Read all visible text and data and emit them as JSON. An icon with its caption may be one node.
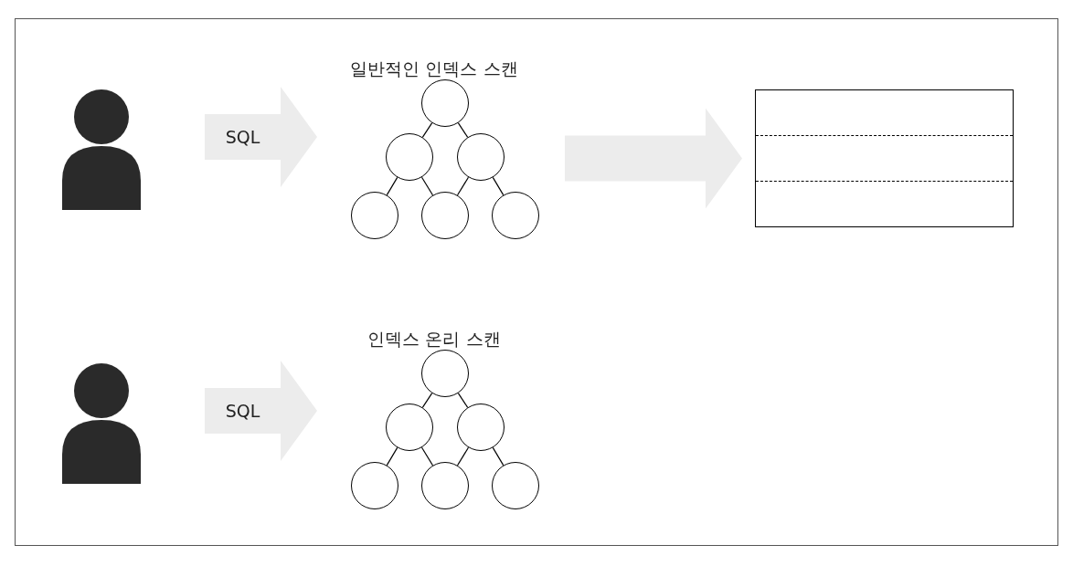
{
  "diagram": {
    "nodes": [
      {
        "text": [],
        "shape": "person"
      },
      {
        "text": [
          "일반적인 인덱스 스캔"
        ]
      },
      {
        "text": [],
        "shape": "circle",
        "in": 1
      },
      {
        "text": [],
        "shape": "circle",
        "in": 1
      },
      {
        "text": [],
        "shape": "circle",
        "in": 1
      },
      {
        "text": [],
        "shape": "circle",
        "in": 1
      },
      {
        "text": [],
        "shape": "circle",
        "in": 1
      },
      {
        "text": [],
        "shape": "circle",
        "in": 1
      },
      {
        "text": [],
        "shape": "box"
      },
      {
        "text": [],
        "shape": "person"
      },
      {
        "text": [
          "인덱스 온리 스캔"
        ]
      },
      {
        "text": [],
        "shape": "circle",
        "in": 10
      },
      {
        "text": [],
        "shape": "circle",
        "in": 10
      },
      {
        "text": [],
        "shape": "circle",
        "in": 10
      },
      {
        "text": [],
        "shape": "circle",
        "in": 10
      },
      {
        "text": [],
        "shape": "circle",
        "in": 10
      },
      {
        "text": [],
        "shape": "circle",
        "in": 10
      }
    ],
    "edges": [
      {
        "from": 0,
        "to": 1,
        "arrow": "to",
        "label": "SQL",
        "style": "thick",
        "color": "#ececec"
      },
      {
        "from": 2,
        "to": 3,
        "arrow": "none"
      },
      {
        "from": 2,
        "to": 4,
        "arrow": "none"
      },
      {
        "from": 3,
        "to": 5,
        "arrow": "none"
      },
      {
        "from": 3,
        "to": 6,
        "arrow": "none"
      },
      {
        "from": 4,
        "to": 6,
        "arrow": "none"
      },
      {
        "from": 4,
        "to": 7,
        "arrow": "none"
      },
      {
        "from": 1,
        "to": 8,
        "arrow": "to",
        "style": "thick",
        "color": "#ececec"
      },
      {
        "from": 9,
        "to": 10,
        "arrow": "to",
        "label": "SQL",
        "style": "thick",
        "color": "#ececec"
      },
      {
        "from": 11,
        "to": 12,
        "arrow": "none"
      },
      {
        "from": 11,
        "to": 13,
        "arrow": "none"
      },
      {
        "from": 12,
        "to": 14,
        "arrow": "none"
      },
      {
        "from": 12,
        "to": 15,
        "arrow": "none"
      },
      {
        "from": 13,
        "to": 15,
        "arrow": "none"
      },
      {
        "from": 13,
        "to": 16,
        "arrow": "none"
      }
    ]
  }
}
